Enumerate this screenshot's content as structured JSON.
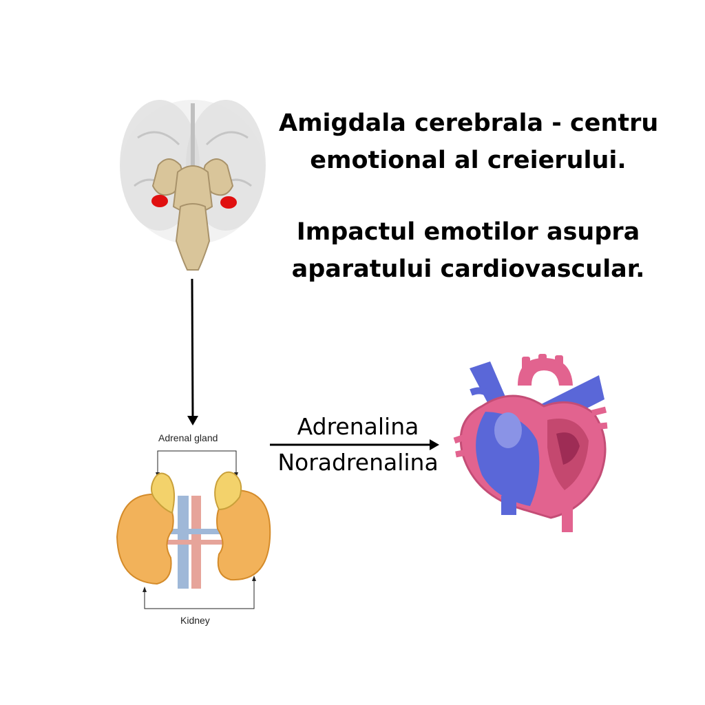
{
  "heading": {
    "line1": "Amigdala cerebrala - centru",
    "line2": "emotional al creierului.",
    "line3": "Impactul emotilor asupra",
    "line4": "aparatului cardiovascular."
  },
  "arrow": {
    "hormone_1": "Adrenalina",
    "hormone_2": "Noradrenalina"
  },
  "kidney_figure": {
    "adrenal_label": "Adrenal gland",
    "kidney_label": "Kidney"
  },
  "colors": {
    "amygdala": "#e01010",
    "brain_structure": "#d9c59a",
    "kidney": "#f2b25a",
    "adrenal": "#f3d26b",
    "heart_pink": "#e2638f",
    "heart_blue": "#5a67d8"
  }
}
